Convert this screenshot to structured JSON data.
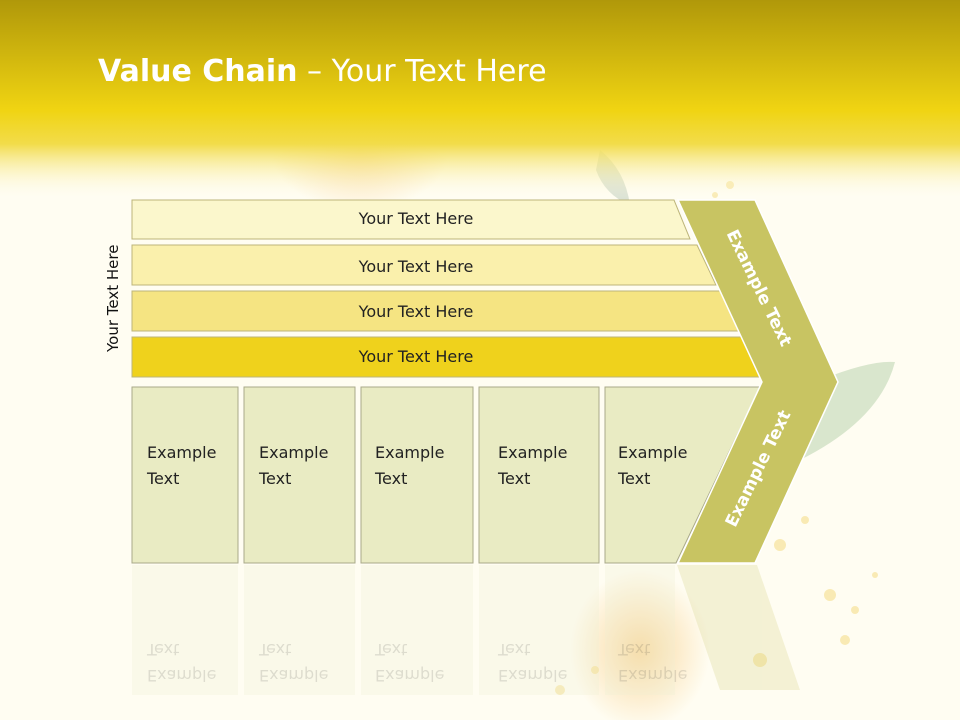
{
  "title": {
    "bold": "Value Chain",
    "rest": " – Your Text Here"
  },
  "side_label": "Your Text Here",
  "rows": [
    "Your Text Here",
    "Your Text Here",
    "Your Text Here",
    "Your Text Here"
  ],
  "boxes": [
    {
      "line1": "Example",
      "line2": "Text"
    },
    {
      "line1": "Example",
      "line2": "Text"
    },
    {
      "line1": "Example",
      "line2": "Text"
    },
    {
      "line1": "Example",
      "line2": "Text"
    },
    {
      "line1": "Example",
      "line2": "Text"
    }
  ],
  "arrow": {
    "upper": "Example Text",
    "lower": "Example Text"
  },
  "colors": {
    "header_top": "#b39a0c",
    "header_mid": "#f0d412",
    "row1": "#fbf7cc",
    "row2": "#faf0ac",
    "row3": "#f5e482",
    "row4": "#efd21c",
    "box": "#e9ebc3",
    "arrow": "#c8c462"
  }
}
